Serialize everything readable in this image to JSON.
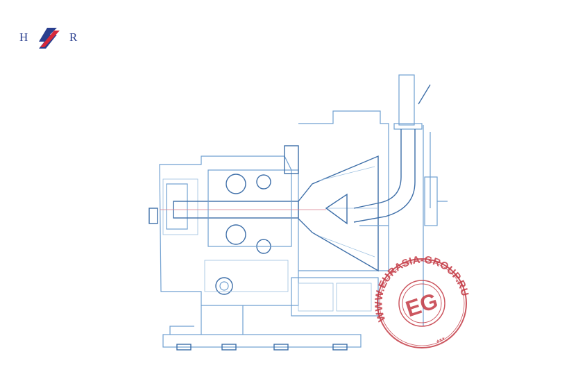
{
  "logo": {
    "left_letter": "H",
    "right_letter": "R",
    "colors": {
      "blue": "#2a3f8f",
      "red": "#d8283a"
    }
  },
  "stamp": {
    "ring_text": "WWW.EURASIA-GROUP.RU",
    "center_text": "EG",
    "stars": "***",
    "color": "#c43a45"
  },
  "drawing": {
    "line_color": "#6f9fd0"
  }
}
